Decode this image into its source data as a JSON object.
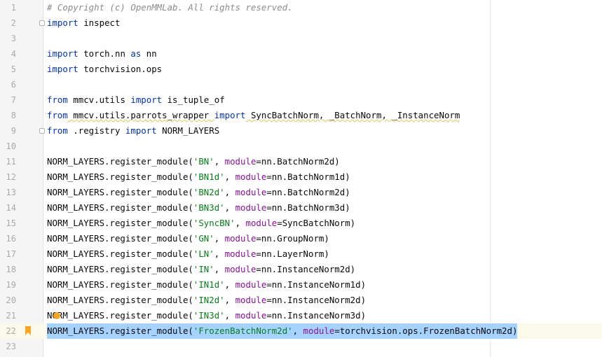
{
  "editor": {
    "line_numbers": [
      "1",
      "2",
      "3",
      "4",
      "5",
      "6",
      "7",
      "8",
      "9",
      "10",
      "11",
      "12",
      "13",
      "14",
      "15",
      "16",
      "17",
      "18",
      "19",
      "20",
      "21",
      "22",
      "23"
    ],
    "lines": [
      {
        "parts": [
          {
            "t": "# Copyright (c) OpenMMLab. All rights reserved.",
            "c": "comment"
          }
        ]
      },
      {
        "parts": [
          {
            "t": "import",
            "c": "kw"
          },
          {
            "t": " inspect",
            "c": ""
          }
        ]
      },
      {
        "parts": []
      },
      {
        "parts": [
          {
            "t": "import",
            "c": "kw"
          },
          {
            "t": " torch.nn ",
            "c": ""
          },
          {
            "t": "as",
            "c": "kw"
          },
          {
            "t": " nn",
            "c": ""
          }
        ]
      },
      {
        "parts": [
          {
            "t": "import",
            "c": "kw"
          },
          {
            "t": " torchvision.ops",
            "c": ""
          }
        ]
      },
      {
        "parts": []
      },
      {
        "parts": [
          {
            "t": "from",
            "c": "kw"
          },
          {
            "t": " mmcv.utils ",
            "c": ""
          },
          {
            "t": "import",
            "c": "kw"
          },
          {
            "t": " is_tuple_of",
            "c": ""
          }
        ]
      },
      {
        "parts": [
          {
            "t": "from",
            "c": "kw"
          },
          {
            "t": " mmcv.utils.parrots_wrapper ",
            "c": "warn"
          },
          {
            "t": "import",
            "c": "kw"
          },
          {
            "t": " SyncBatchNorm, _BatchNorm, _InstanceNorm",
            "c": "warn"
          }
        ]
      },
      {
        "parts": [
          {
            "t": "from",
            "c": "kw"
          },
          {
            "t": " .registry ",
            "c": ""
          },
          {
            "t": "import",
            "c": "kw"
          },
          {
            "t": " NORM_LAYERS",
            "c": ""
          }
        ]
      },
      {
        "parts": []
      },
      {
        "parts": [
          {
            "t": "NORM_LAYERS.register_module(",
            "c": ""
          },
          {
            "t": "'BN'",
            "c": "str"
          },
          {
            "t": ", ",
            "c": ""
          },
          {
            "t": "module",
            "c": "kwarg"
          },
          {
            "t": "=nn.BatchNorm2d)",
            "c": ""
          }
        ]
      },
      {
        "parts": [
          {
            "t": "NORM_LAYERS.register_module(",
            "c": ""
          },
          {
            "t": "'BN1d'",
            "c": "str"
          },
          {
            "t": ", ",
            "c": ""
          },
          {
            "t": "module",
            "c": "kwarg"
          },
          {
            "t": "=nn.BatchNorm1d)",
            "c": ""
          }
        ]
      },
      {
        "parts": [
          {
            "t": "NORM_LAYERS.register_module(",
            "c": ""
          },
          {
            "t": "'BN2d'",
            "c": "str"
          },
          {
            "t": ", ",
            "c": ""
          },
          {
            "t": "module",
            "c": "kwarg"
          },
          {
            "t": "=nn.BatchNorm2d)",
            "c": ""
          }
        ]
      },
      {
        "parts": [
          {
            "t": "NORM_LAYERS.register_module(",
            "c": ""
          },
          {
            "t": "'BN3d'",
            "c": "str"
          },
          {
            "t": ", ",
            "c": ""
          },
          {
            "t": "module",
            "c": "kwarg"
          },
          {
            "t": "=nn.BatchNorm3d)",
            "c": ""
          }
        ]
      },
      {
        "parts": [
          {
            "t": "NORM_LAYERS.register_module(",
            "c": ""
          },
          {
            "t": "'SyncBN'",
            "c": "str"
          },
          {
            "t": ", ",
            "c": ""
          },
          {
            "t": "module",
            "c": "kwarg"
          },
          {
            "t": "=SyncBatchNorm)",
            "c": ""
          }
        ]
      },
      {
        "parts": [
          {
            "t": "NORM_LAYERS.register_module(",
            "c": ""
          },
          {
            "t": "'GN'",
            "c": "str"
          },
          {
            "t": ", ",
            "c": ""
          },
          {
            "t": "module",
            "c": "kwarg"
          },
          {
            "t": "=nn.GroupNorm)",
            "c": ""
          }
        ]
      },
      {
        "parts": [
          {
            "t": "NORM_LAYERS.register_module(",
            "c": ""
          },
          {
            "t": "'LN'",
            "c": "str"
          },
          {
            "t": ", ",
            "c": ""
          },
          {
            "t": "module",
            "c": "kwarg"
          },
          {
            "t": "=nn.LayerNorm)",
            "c": ""
          }
        ]
      },
      {
        "parts": [
          {
            "t": "NORM_LAYERS.register_module(",
            "c": ""
          },
          {
            "t": "'IN'",
            "c": "str"
          },
          {
            "t": ", ",
            "c": ""
          },
          {
            "t": "module",
            "c": "kwarg"
          },
          {
            "t": "=nn.InstanceNorm2d)",
            "c": ""
          }
        ]
      },
      {
        "parts": [
          {
            "t": "NORM_LAYERS.register_module(",
            "c": ""
          },
          {
            "t": "'IN1d'",
            "c": "str"
          },
          {
            "t": ", ",
            "c": ""
          },
          {
            "t": "module",
            "c": "kwarg"
          },
          {
            "t": "=nn.InstanceNorm1d)",
            "c": ""
          }
        ]
      },
      {
        "parts": [
          {
            "t": "NORM_LAYERS.register_module(",
            "c": ""
          },
          {
            "t": "'IN2d'",
            "c": "str"
          },
          {
            "t": ", ",
            "c": ""
          },
          {
            "t": "module",
            "c": "kwarg"
          },
          {
            "t": "=nn.InstanceNorm2d)",
            "c": ""
          }
        ]
      },
      {
        "parts": [
          {
            "t": "NORM_LAYERS.register_module(",
            "c": ""
          },
          {
            "t": "'IN3d'",
            "c": "str"
          },
          {
            "t": ", ",
            "c": ""
          },
          {
            "t": "module",
            "c": "kwarg"
          },
          {
            "t": "=nn.InstanceNorm3d)",
            "c": ""
          }
        ]
      },
      {
        "parts": [
          {
            "t": "NORM_LAYERS.register_module(",
            "c": ""
          },
          {
            "t": "'FrozenBatchNorm2d'",
            "c": "str"
          },
          {
            "t": ", ",
            "c": ""
          },
          {
            "t": "module",
            "c": "kwarg"
          },
          {
            "t": "=torchvision.ops.FrozenBatchNorm2d)",
            "c": ""
          }
        ]
      },
      {
        "parts": []
      }
    ],
    "current_line": 22,
    "selected_line": 22,
    "fold_marker_lines": [
      2,
      9
    ],
    "bookmark_line": 22,
    "intention_bulb_line": 21,
    "colors": {
      "keyword": "#0033b3",
      "string": "#067d17",
      "kwarg": "#871094",
      "comment": "#8c8c8c",
      "selection": "#a6d2ff",
      "current_line": "#fbf9e9",
      "bookmark": "#f5a623"
    },
    "icons": {
      "bookmark": "bookmark-icon",
      "bulb": "intention-bulb-icon",
      "fold": "fold-marker-icon"
    }
  }
}
